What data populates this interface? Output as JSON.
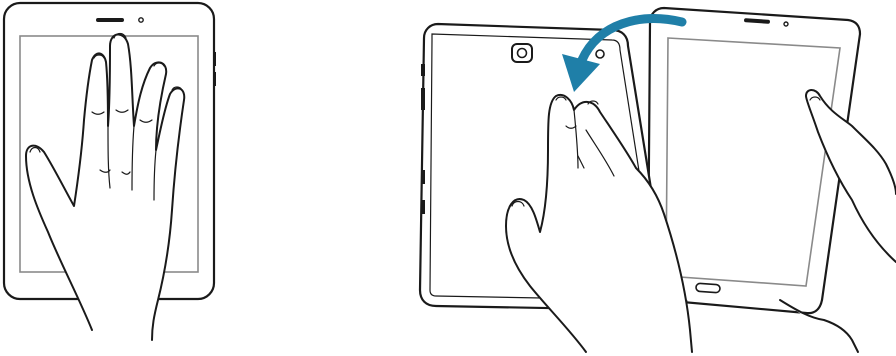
{
  "figure": {
    "panels": [
      {
        "id": "palm-cover",
        "devices": [
          "tablet-front"
        ],
        "hands": 1
      },
      {
        "id": "palm-swipe-flip",
        "devices": [
          "tablet-back",
          "tablet-front"
        ],
        "hands": 2,
        "arrow": "curved-left"
      }
    ],
    "colors": {
      "outline": "#1a1a1a",
      "screen_border": "#8a8a8a",
      "arrow": "#1f7fa8",
      "background": "#ffffff"
    }
  }
}
